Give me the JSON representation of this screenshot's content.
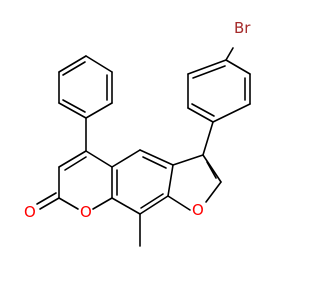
{
  "molecule": {
    "atoms": {
      "bromine": "Br",
      "furan_oxygen": "O",
      "pyran_oxygen": "O",
      "carbonyl_oxygen": "O"
    },
    "colors": {
      "bromine": "#a52a2a",
      "oxygen": "#ff0000",
      "bond": "#000000"
    }
  }
}
